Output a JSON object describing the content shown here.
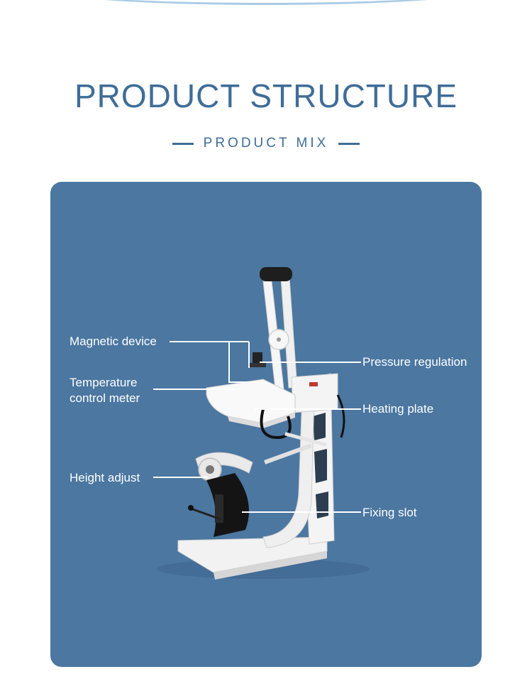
{
  "header": {
    "title": "PRODUCT STRUCTURE",
    "subtitle": "PRODUCT MIX"
  },
  "colors": {
    "title": "#3f6d97",
    "panel_background": "#4b77a1",
    "label_text": "#ffffff"
  },
  "labels": {
    "magnetic_device": "Magnetic device",
    "temperature_control_line1": "Temperature",
    "temperature_control_line2": "control meter",
    "height_adjust": "Height adjust",
    "pressure_regulation": "Pressure regulation",
    "heating_plate": "Heating plate",
    "fixing_slot": "Fixing slot"
  }
}
